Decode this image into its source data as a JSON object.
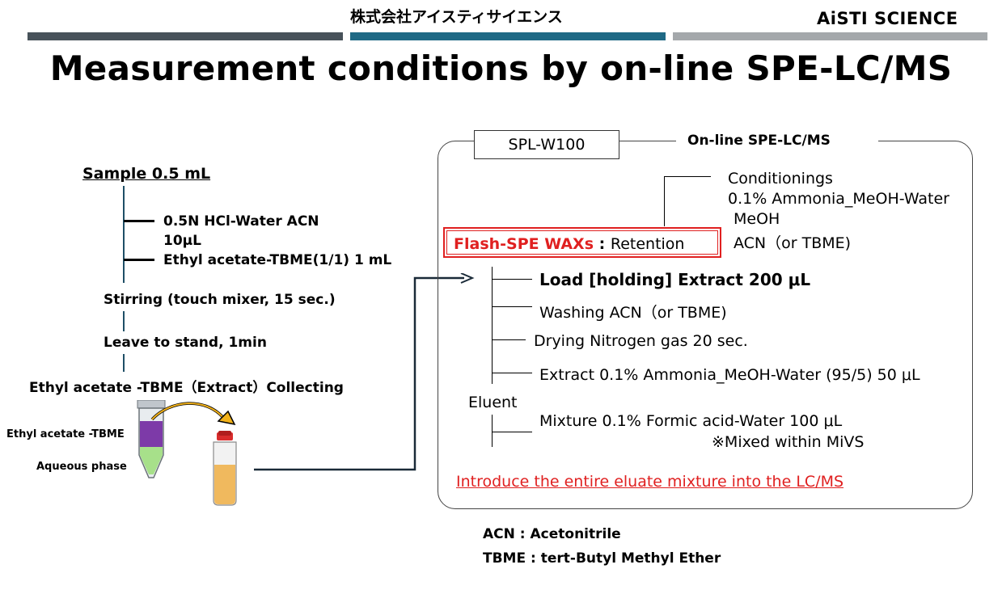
{
  "header": {
    "company_jp": "株式会社アイスティサイエンス",
    "logo": "AiSTI SCIENCE",
    "bar_colors": [
      "#48525a",
      "#1f6985",
      "#a4a8ab"
    ]
  },
  "title": "Measurement conditions by on-line SPE-LC/MS",
  "pretreatment": {
    "sample": "Sample 0.5 mL",
    "reagent_1": "0.5N HCl-Water ACN",
    "reagent_1b": "10μL",
    "reagent_2": "Ethyl acetate-TBME(1/1) 1 mL",
    "stirring": "Stirring (touch mixer, 15 sec.)",
    "leave": "Leave to stand, 1min",
    "collecting": "Ethyl acetate -TBME（Extract）Collecting",
    "tube_label_top": "Ethyl acetate -TBME",
    "tube_label_bottom": "Aqueous phase"
  },
  "spe_box": {
    "device": "SPL-W100",
    "system": "On-line SPE-LC/MS",
    "conditionings_title": "Conditionings",
    "conditionings": [
      "0.1% Ammonia_MeOH-Water",
      "MeOH",
      "ACN（or TBME)"
    ],
    "cartridge_name": "Flash-SPE  WAXs",
    "cartridge_role": "Retention",
    "cartridge_sep": " : ",
    "steps": [
      "Load [holding] Extract 200 μL",
      "Washing ACN（or TBME)",
      "Drying Nitrogen gas 20 sec.",
      "Extract 0.1% Ammonia_MeOH-Water (95/5) 50 μL"
    ],
    "eluent_label": "Eluent",
    "mixture": "Mixture  0.1% Formic acid-Water 100 μL",
    "mixture_note": "※Mixed within MiVS",
    "introduce": "Introduce the entire eluate mixture into the LC/MS",
    "accent_color": "#e02020"
  },
  "abbreviations": [
    "ACN : Acetonitrile",
    "TBME : tert-Butyl Methyl Ether"
  ]
}
